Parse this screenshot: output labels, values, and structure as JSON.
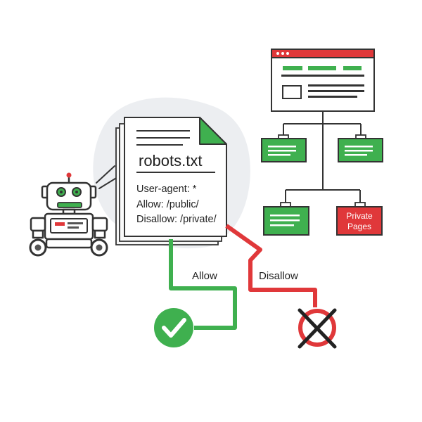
{
  "document": {
    "title": "robots.txt",
    "lines": [
      "User-agent: *",
      "Allow: /public/",
      "Disallow: /private/"
    ]
  },
  "routes": {
    "allow_label": "Allow",
    "disallow_label": "Disallow"
  },
  "site_tree": {
    "private_node_lines": [
      "Private",
      "Pages"
    ]
  },
  "icons": {
    "crawler": "robot-icon",
    "document": "document-icon",
    "browser": "browser-window-icon",
    "allowed": "check-circle-icon",
    "blocked": "x-circle-icon"
  },
  "colors": {
    "green": "#3fb04f",
    "red": "#e0383a",
    "outline": "#333333",
    "blob": "#eceef1"
  }
}
